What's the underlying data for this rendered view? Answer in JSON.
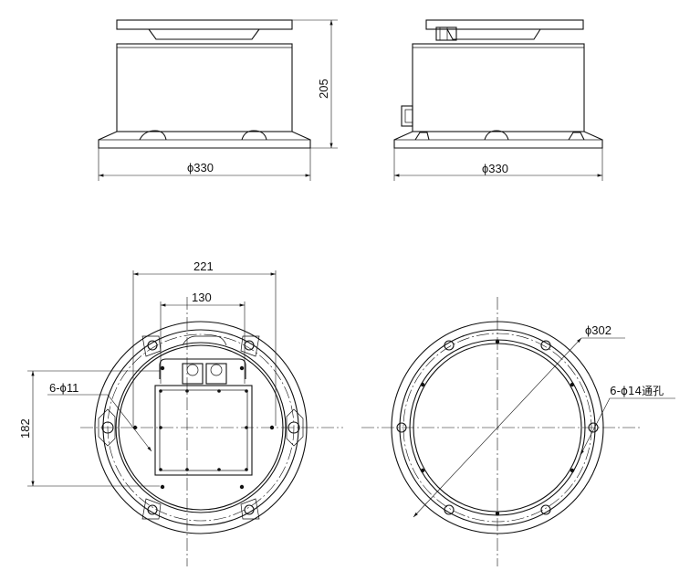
{
  "dimensions": {
    "front_diameter": "ϕ330",
    "side_diameter": "ϕ330",
    "height": "205",
    "width_221": "221",
    "width_130": "130",
    "height_182": "182",
    "holes_left": "6-ϕ11",
    "circle_diameter": "ϕ302",
    "through_holes": "6-ϕ14通孔"
  }
}
